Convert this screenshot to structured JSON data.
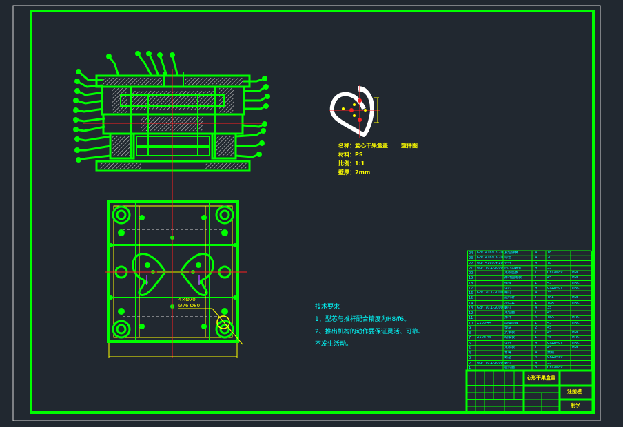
{
  "colors": {
    "background": "#212830",
    "frame": "#00ff00",
    "mold_lines": "#00ff00",
    "hatch": "#cccccc",
    "centerline": "#ff2020",
    "dimension": "#ffff00",
    "notes_text": "#00ffff",
    "part_info_text": "#ffff00",
    "table_text": "#00ffff"
  },
  "part_info": {
    "name_label": "名称：",
    "name_value": "爱心干果盒盖",
    "drawing_type": "塑件图",
    "material_label": "材料：",
    "material_value": "PS",
    "scale_label": "比例：",
    "scale_value": "1:1",
    "thickness_label": "壁厚：",
    "thickness_value": "2mm"
  },
  "plan_view": {
    "dim_hole_count": "4×Ø70",
    "dim_hole_dia": "Ø76 Ø80"
  },
  "technical_requirements": {
    "title": "技术要求",
    "items": [
      "1、型芯与推杆配合精度为H8/f6。",
      "2、推出机构的动作要保证灵活、可靠、",
      "不发生活动。"
    ]
  },
  "title_block": {
    "drawing_name": "心形干果盒盖",
    "mold_type": "注塑模",
    "drawn_by_label": "制学"
  },
  "bom_rows": [
    {
      "code": "GB/T4169.2-2006",
      "name": "复位弹簧",
      "qty": "4",
      "material": "T8",
      "note": ""
    },
    {
      "code": "GB/T4169.3-2006",
      "name": "导套",
      "qty": "4",
      "material": "20",
      "note": ""
    },
    {
      "code": "GB/T4169.4-2006",
      "name": "导柱",
      "qty": "4",
      "material": "T8",
      "note": ""
    },
    {
      "code": "GB/T70.1-2000",
      "name": "内六角螺钉",
      "qty": "4",
      "material": "35",
      "note": ""
    },
    {
      "code": "",
      "name": "定模座板",
      "qty": "1",
      "material": "Cr12MoV",
      "note": "HRC"
    },
    {
      "code": "",
      "name": "推杆固定板",
      "qty": "1",
      "material": "45",
      "note": "HRC"
    },
    {
      "code": "",
      "name": "推板",
      "qty": "1",
      "material": "45",
      "note": "HRC"
    },
    {
      "code": "",
      "name": "型芯",
      "qty": "4",
      "material": "Cr12MoV",
      "note": "HRC"
    },
    {
      "code": "GB/T70.1-2000",
      "name": "螺钉",
      "qty": "4",
      "material": "35",
      "note": ""
    },
    {
      "code": "",
      "name": "拉料杆",
      "qty": "1",
      "material": "T8A",
      "note": "HRC"
    },
    {
      "code": "",
      "name": "浇口套",
      "qty": "1",
      "material": "T8A",
      "note": "HRC"
    },
    {
      "code": "GB/T70.1-2000",
      "name": "螺钉",
      "qty": "4",
      "material": "35",
      "note": ""
    },
    {
      "code": "",
      "name": "定位圈",
      "qty": "1",
      "material": "45",
      "note": ""
    },
    {
      "code": "",
      "name": "推杆",
      "qty": "4",
      "material": "T8A",
      "note": "HRC"
    },
    {
      "code": "Z108-44",
      "name": "动模座板",
      "qty": "1",
      "material": "45",
      "note": "HRC"
    },
    {
      "code": "",
      "name": "垫块",
      "qty": "2",
      "material": "45",
      "note": ""
    },
    {
      "code": "",
      "name": "支承板",
      "qty": "1",
      "material": "45",
      "note": "HRC"
    },
    {
      "code": "Z108-45",
      "name": "动模板",
      "qty": "1",
      "material": "45",
      "note": "HRC"
    },
    {
      "code": "",
      "name": "型腔",
      "qty": "4",
      "material": "Cr12MoV",
      "note": "HRC"
    },
    {
      "code": "",
      "name": "定模板",
      "qty": "1",
      "material": "45",
      "note": "HRC"
    },
    {
      "code": "",
      "name": "水嘴",
      "qty": "4",
      "material": "黄铜",
      "note": ""
    },
    {
      "code": "",
      "name": "螺塞",
      "qty": "4",
      "material": "Cr12MoV",
      "note": ""
    },
    {
      "code": "GB/T70.1-2000",
      "name": "螺钉",
      "qty": "4",
      "material": "35",
      "note": ""
    },
    {
      "code": "",
      "name": "密封圈",
      "qty": "8",
      "material": "Cr12MoV",
      "note": ""
    }
  ]
}
